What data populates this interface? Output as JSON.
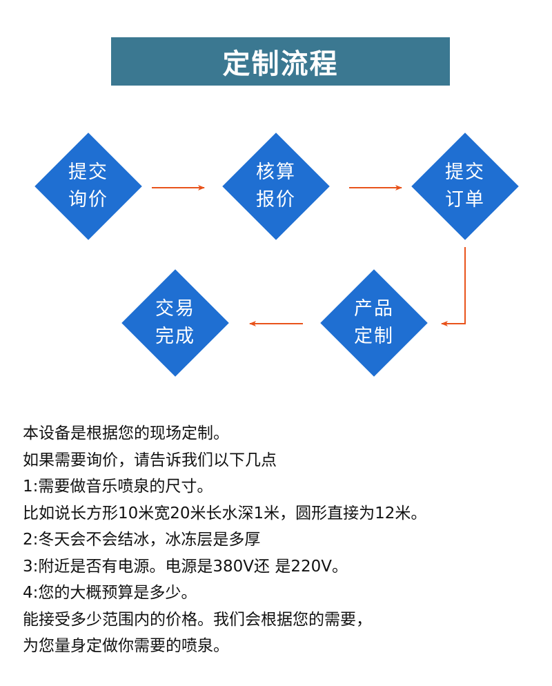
{
  "header": {
    "title": "定制流程"
  },
  "flow": {
    "accent_color": "#1f6fd2",
    "arrow_color": "#e8521a",
    "steps": [
      {
        "line1": "提交",
        "line2": "询价"
      },
      {
        "line1": "核算",
        "line2": "报价"
      },
      {
        "line1": "提交",
        "line2": "订单"
      },
      {
        "line1": "产品",
        "line2": "定制"
      },
      {
        "line1": "交易",
        "line2": "完成"
      }
    ]
  },
  "description": {
    "lines": [
      "本设备是根据您的现场定制。",
      "如果需要询价，请告诉我们以下几点",
      "1:需要做音乐喷泉的尺寸。",
      "比如说长方形10米宽20米长水深1米，圆形直接为12米。",
      "2:冬天会不会结冰，冰冻层是多厚",
      "3:附近是否有电源。电源是380V还 是220V。",
      "4:您的大概预算是多少。",
      "能接受多少范围内的价格。我们会根据您的需要，",
      "为您量身定做你需要的喷泉。"
    ]
  }
}
